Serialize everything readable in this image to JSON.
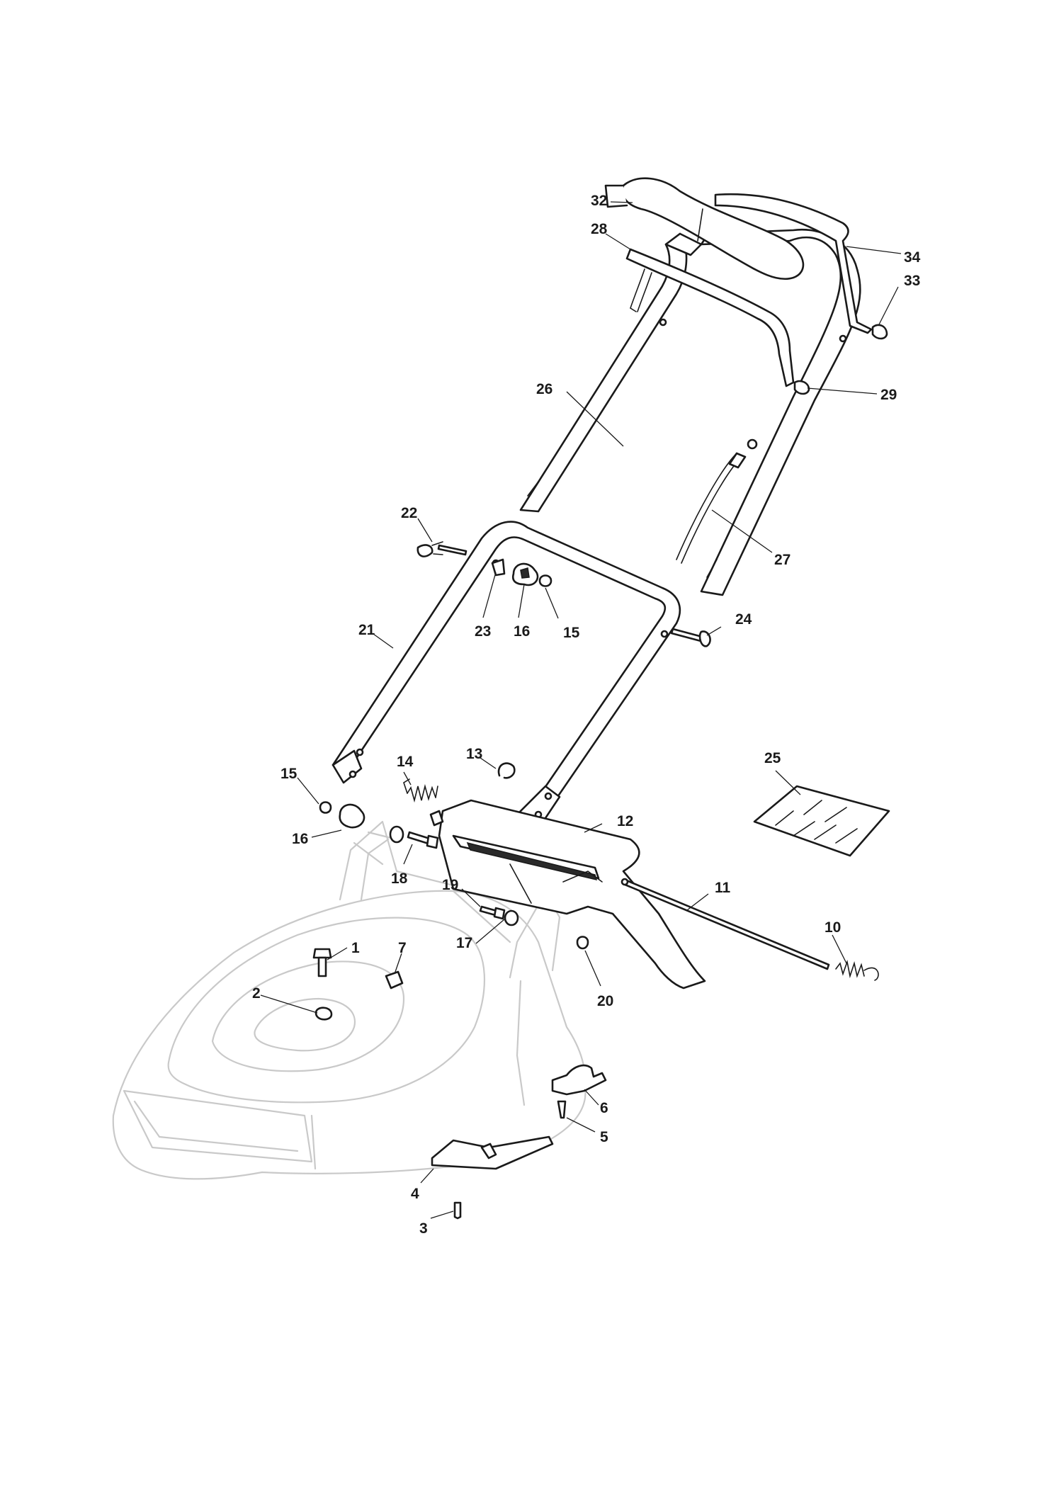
{
  "callouts": [
    {
      "id": "c32",
      "text": "32"
    },
    {
      "id": "c28",
      "text": "28"
    },
    {
      "id": "c34",
      "text": "34"
    },
    {
      "id": "c33",
      "text": "33"
    },
    {
      "id": "c26",
      "text": "26"
    },
    {
      "id": "c29",
      "text": "29"
    },
    {
      "id": "c22",
      "text": "22"
    },
    {
      "id": "c27",
      "text": "27"
    },
    {
      "id": "c21",
      "text": "21"
    },
    {
      "id": "c23",
      "text": "23"
    },
    {
      "id": "c16a",
      "text": "16"
    },
    {
      "id": "c15a",
      "text": "15"
    },
    {
      "id": "c24",
      "text": "24"
    },
    {
      "id": "c25",
      "text": "25"
    },
    {
      "id": "c15b",
      "text": "15"
    },
    {
      "id": "c14",
      "text": "14"
    },
    {
      "id": "c13",
      "text": "13"
    },
    {
      "id": "c12",
      "text": "12"
    },
    {
      "id": "c16b",
      "text": "16"
    },
    {
      "id": "c18",
      "text": "18"
    },
    {
      "id": "c19",
      "text": "19"
    },
    {
      "id": "c11",
      "text": "11"
    },
    {
      "id": "c10",
      "text": "10"
    },
    {
      "id": "c1",
      "text": "1"
    },
    {
      "id": "c7",
      "text": "7"
    },
    {
      "id": "c17",
      "text": "17"
    },
    {
      "id": "c20",
      "text": "20"
    },
    {
      "id": "c2",
      "text": "2"
    },
    {
      "id": "c6",
      "text": "6"
    },
    {
      "id": "c5",
      "text": "5"
    },
    {
      "id": "c4",
      "text": "4"
    },
    {
      "id": "c3",
      "text": "3"
    }
  ]
}
